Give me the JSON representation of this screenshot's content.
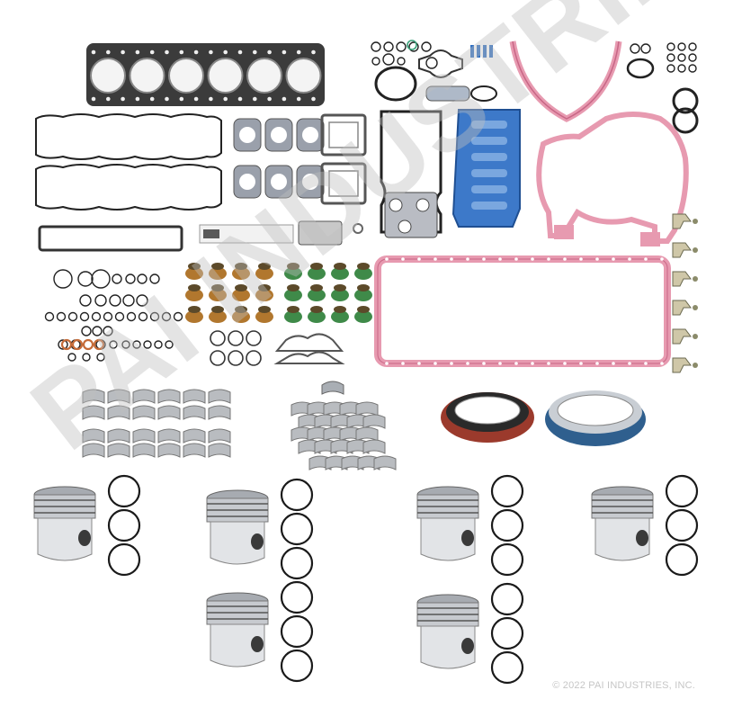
{
  "watermark": {
    "text": "PAI INDUSTRIES"
  },
  "copyright": {
    "text": "© 2022 PAI INDUSTRIES, INC."
  },
  "colors": {
    "gasket_pink": "#e79ab0",
    "gasket_pink_dark": "#c86686",
    "gasket_blue": "#3d79c9",
    "head_gasket": "#3b3b3b",
    "metal": "#b9bcc0",
    "seal_red": "#9b3a2c",
    "seal_blue": "#2f5f8e",
    "valve_seal_amber": "#b1772e",
    "valve_seal_green": "#3f8a49",
    "ring": "#1a1a1a"
  },
  "product": {
    "kit_components": [
      "cylinder-head-gasket",
      "valve-cover-gaskets",
      "exhaust-manifold-gaskets",
      "oil-cooler-gaskets",
      "rear-cover-gasket",
      "front-cover-gasket",
      "oil-pan-gasket",
      "valve-stem-seals",
      "o-rings",
      "main-bearings",
      "rod-bearings",
      "front-seal",
      "rear-seal",
      "pistons",
      "piston-rings"
    ],
    "piston_count": 6,
    "valve_stem_seal_count": 24
  }
}
